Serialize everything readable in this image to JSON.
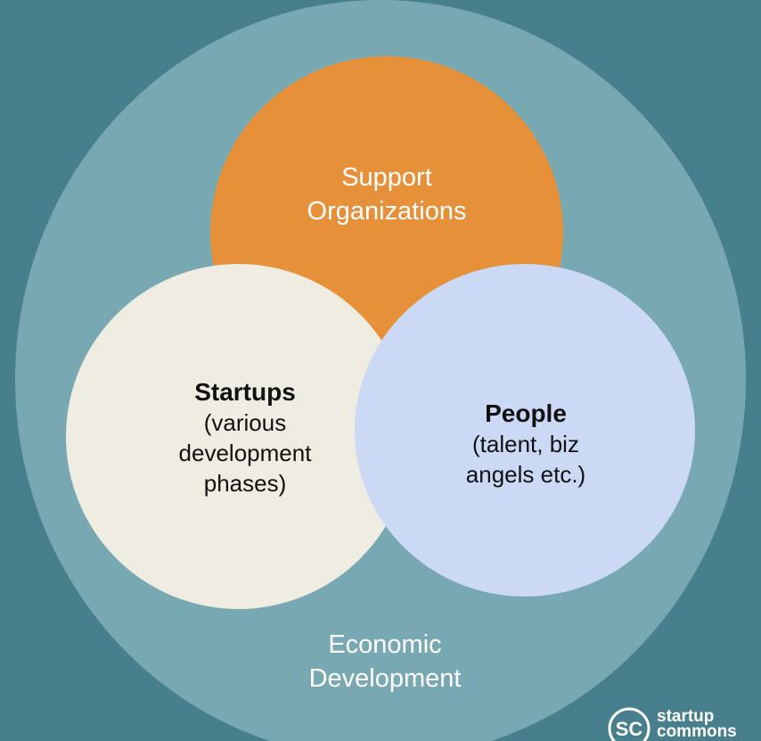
{
  "diagram": {
    "outer_circle": {
      "line1": "Economic",
      "line2": "Development",
      "color": "#78a8b2"
    },
    "support_organizations": {
      "line1": "Support",
      "line2": "Organizations",
      "color": "#e6913a"
    },
    "startups": {
      "title": "Startups",
      "line1": "(various",
      "line2": "development",
      "line3": "phases)",
      "color": "#efece1"
    },
    "people": {
      "title": "People",
      "line1": "(talent, biz",
      "line2": "angels etc.)",
      "color": "#cbd9f5"
    }
  },
  "logo": {
    "monogram": "SC",
    "line1": "startup",
    "line2": "commons",
    "icon": "startup-commons-logo-icon"
  },
  "colors": {
    "background": "#477f8c",
    "label_light": "#ffffff",
    "label_dark": "#111111"
  }
}
